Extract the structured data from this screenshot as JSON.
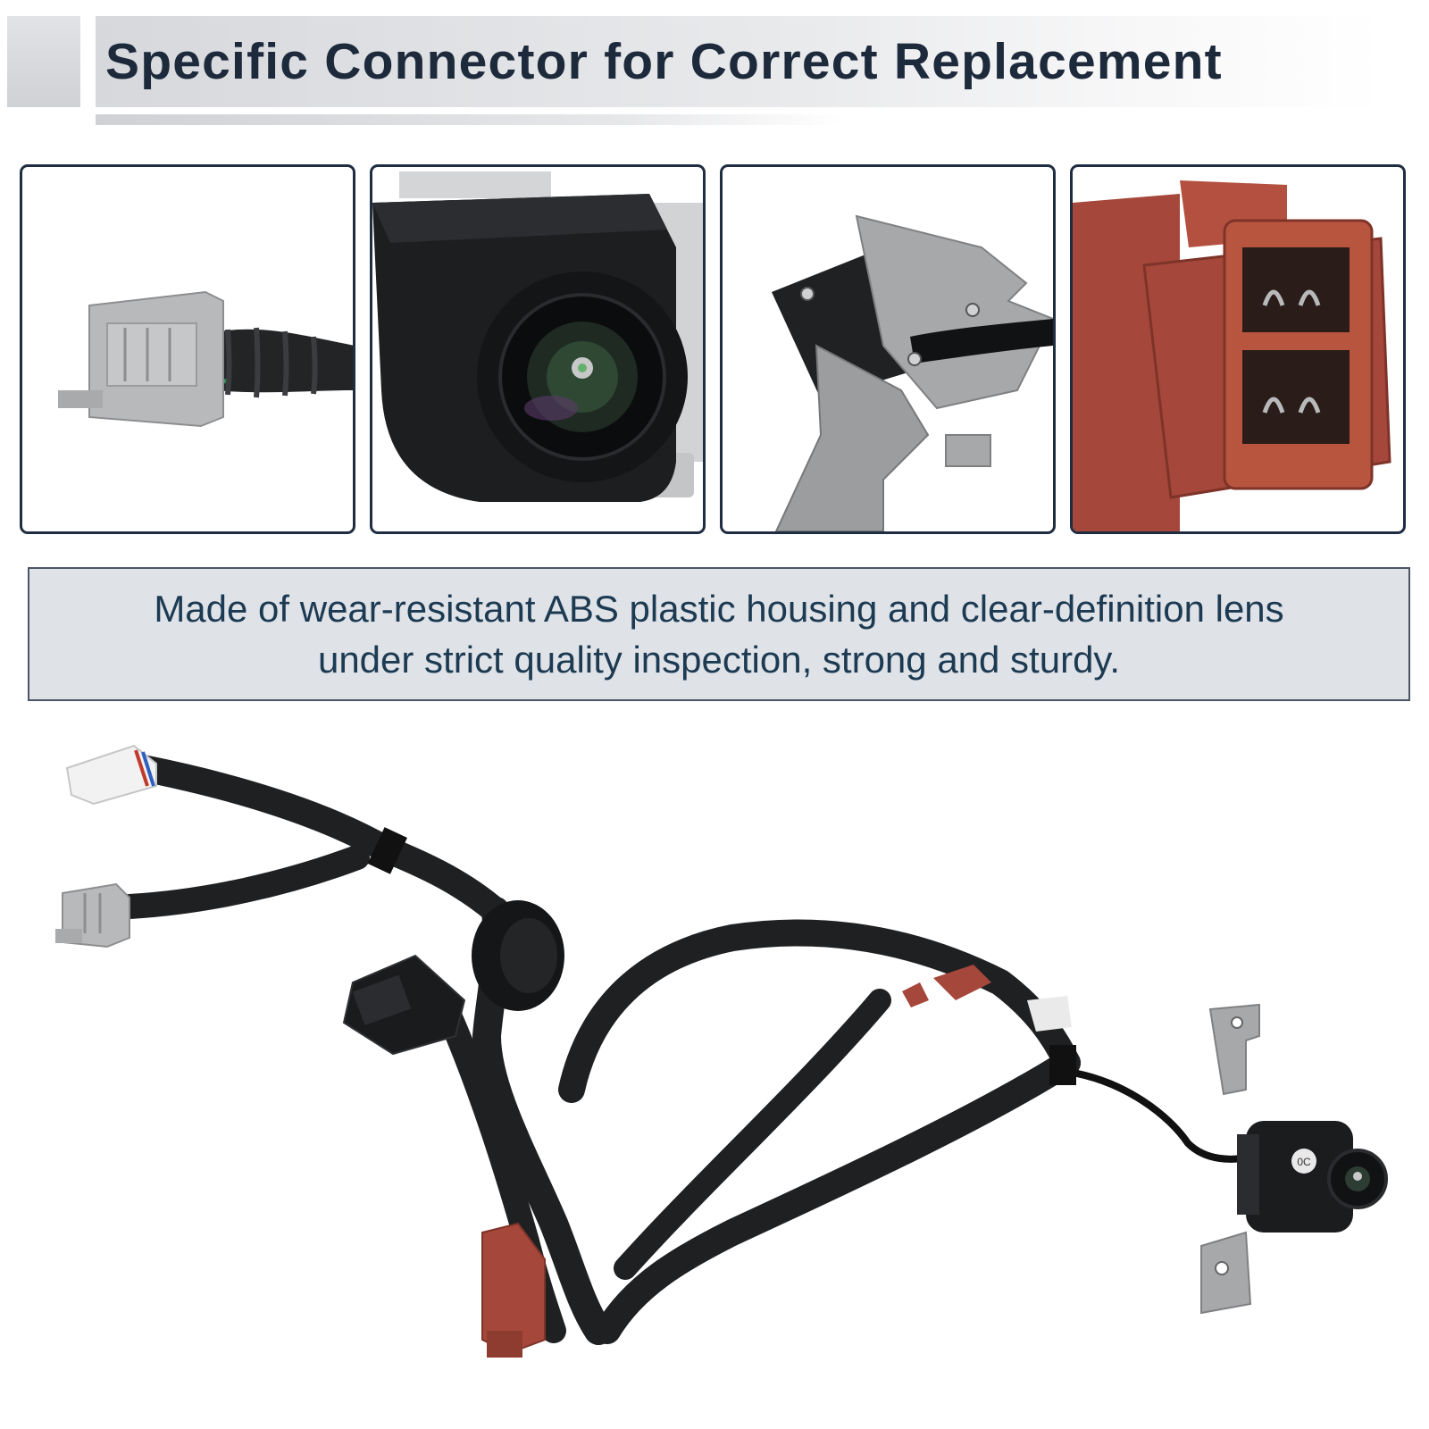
{
  "header": {
    "title": "Specific Connector for Correct Replacement"
  },
  "thumbnails": [
    {
      "icon": "harness-connector-closeup-icon"
    },
    {
      "icon": "camera-lens-closeup-icon"
    },
    {
      "icon": "mounting-bracket-closeup-icon"
    },
    {
      "icon": "red-connector-closeup-icon"
    }
  ],
  "description": {
    "line1": "Made of wear-resistant ABS plastic housing and clear-definition lens",
    "line2": "under strict quality inspection, strong and sturdy."
  },
  "product": {
    "camera_label": "0C"
  },
  "colors": {
    "title": "#1d2a3c",
    "thumb_border": "#1f2d42",
    "banner_bg": "#dfe2e7",
    "banner_text": "#1c3a52",
    "connector_red": "#a5473a",
    "connector_gray": "#b8b9bb"
  }
}
